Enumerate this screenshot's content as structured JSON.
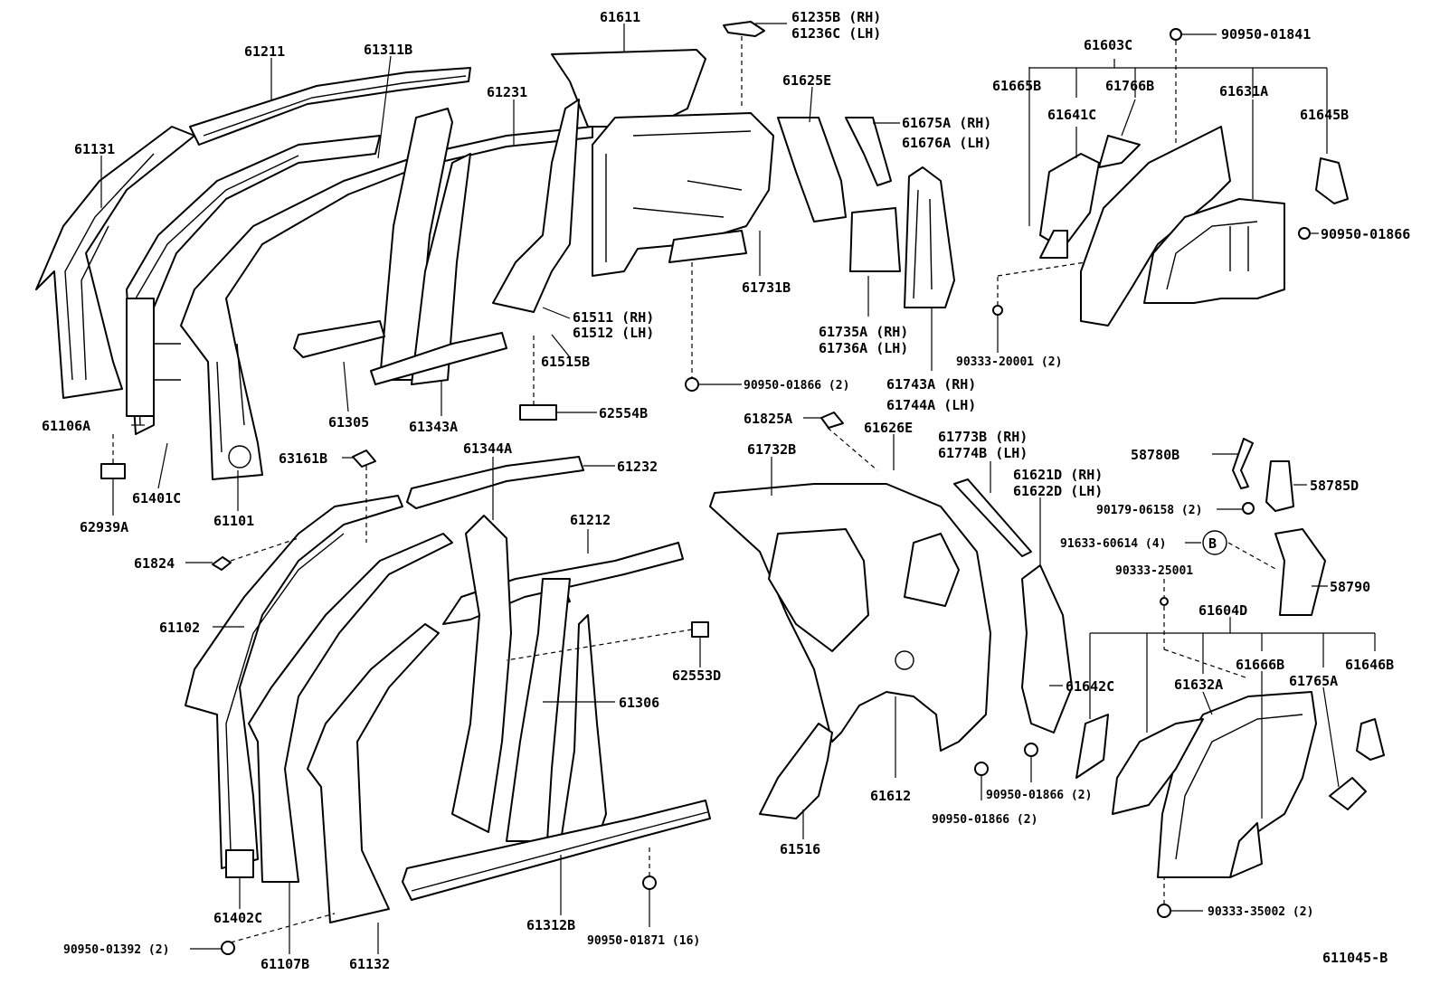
{
  "diagram": {
    "labels": [
      "61131",
      "61211",
      "61311B",
      "61231",
      "61611",
      "61235B (RH)",
      "61236C (LH)",
      "61625E",
      "61675A (RH)",
      "61676A (LH)",
      "61603C",
      "90950-01841",
      "61665B",
      "61766B",
      "61631A",
      "61641C",
      "61645B",
      "90950-01866",
      "61511 (RH)",
      "61512 (LH)",
      "61515B",
      "61731B",
      "61735A (RH)",
      "61736A (LH)",
      "61743A (RH)",
      "61744A (LH)",
      "90333-20001 (2)",
      "90950-01866 (2)",
      "61106A",
      "61305",
      "61343A",
      "62554B",
      "61401C",
      "61101",
      "62939A",
      "63161B",
      "61344A",
      "61232",
      "61824",
      "61102",
      "61212",
      "62553D",
      "61306",
      "61402C",
      "61107B",
      "61132",
      "61312B",
      "90950-01392 (2)",
      "90950-01871 (16)",
      "61825A",
      "61626E",
      "61732B",
      "61773B (RH)",
      "61774B (LH)",
      "58780B",
      "58785D",
      "61621D (RH)",
      "61622D (LH)",
      "90179-06158 (2)",
      "91633-60614 (4)",
      "B",
      "90333-25001",
      "58790",
      "61604D",
      "61666B",
      "61646B",
      "61632A",
      "61765A",
      "61642C",
      "61612",
      "90950-01866 (2)",
      "90950-01866 (2)",
      "61516",
      "90333-35002 (2)",
      "611045-B"
    ]
  }
}
